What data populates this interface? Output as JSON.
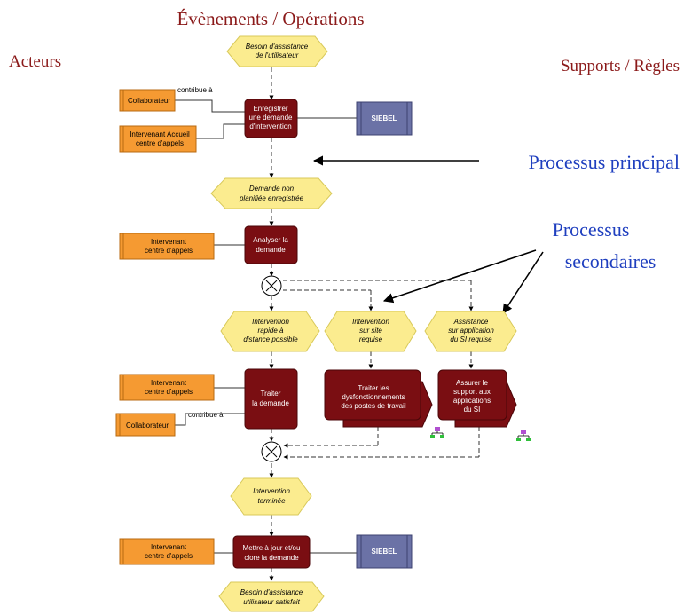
{
  "headers": {
    "evenements": "Évènements / Opérations",
    "acteurs": "Acteurs",
    "supports": "Supports / Règles"
  },
  "callouts": {
    "principal": "Processus principal",
    "secondaires_l1": "Processus",
    "secondaires_l2": "secondaires"
  },
  "events": {
    "e1": [
      "Besoin d'assistance",
      "de l'utilisateur"
    ],
    "e2": [
      "Demande non",
      "planifiée enregistrée"
    ],
    "e3": [
      "Intervention",
      "rapide à",
      "distance possible"
    ],
    "e4": [
      "Intervention",
      "sur site",
      "requise"
    ],
    "e5": [
      "Assistance",
      "sur application",
      "du SI requise"
    ],
    "e6": [
      "Intervention",
      "terminée"
    ],
    "e7": [
      "Besoin d'assistance",
      "utilisateur satisfait"
    ]
  },
  "functions": {
    "f1": [
      "Enregistrer",
      "une demande",
      "d'intervention"
    ],
    "f2": [
      "Analyser la",
      "demande"
    ],
    "f3": [
      "Traiter",
      "la demande"
    ],
    "f4": [
      "Mettre à jour et/ou",
      "clore la demande"
    ]
  },
  "subprocesses": {
    "s1": [
      "Traiter les",
      "dysfonctionnements",
      "des postes de travail"
    ],
    "s2": [
      "Assurer le",
      "support aux",
      "applications",
      "du SI"
    ]
  },
  "actors": {
    "a1": [
      "Collaborateur"
    ],
    "a2": [
      "Intervenant Accueil",
      "centre d'appels"
    ],
    "a3": [
      "Intervenant",
      "centre d'appels"
    ],
    "a4": [
      "Intervenant",
      "centre d'appels"
    ],
    "a5": [
      "Collaborateur"
    ],
    "a6": [
      "Intervenant",
      "centre d'appels"
    ]
  },
  "systems": {
    "sys1": "SIEBEL",
    "sys2": "SIEBEL"
  },
  "edge_labels": {
    "contribue1": "contribue à",
    "contribue2": "contribue à"
  },
  "colors": {
    "event_fill": "#fbec8f",
    "function_fill": "#7a0e12",
    "actor_fill": "#f59a32",
    "system_fill": "#6b72a6",
    "header_red": "#8b1a1a",
    "callout_blue": "#1f3fbf"
  }
}
